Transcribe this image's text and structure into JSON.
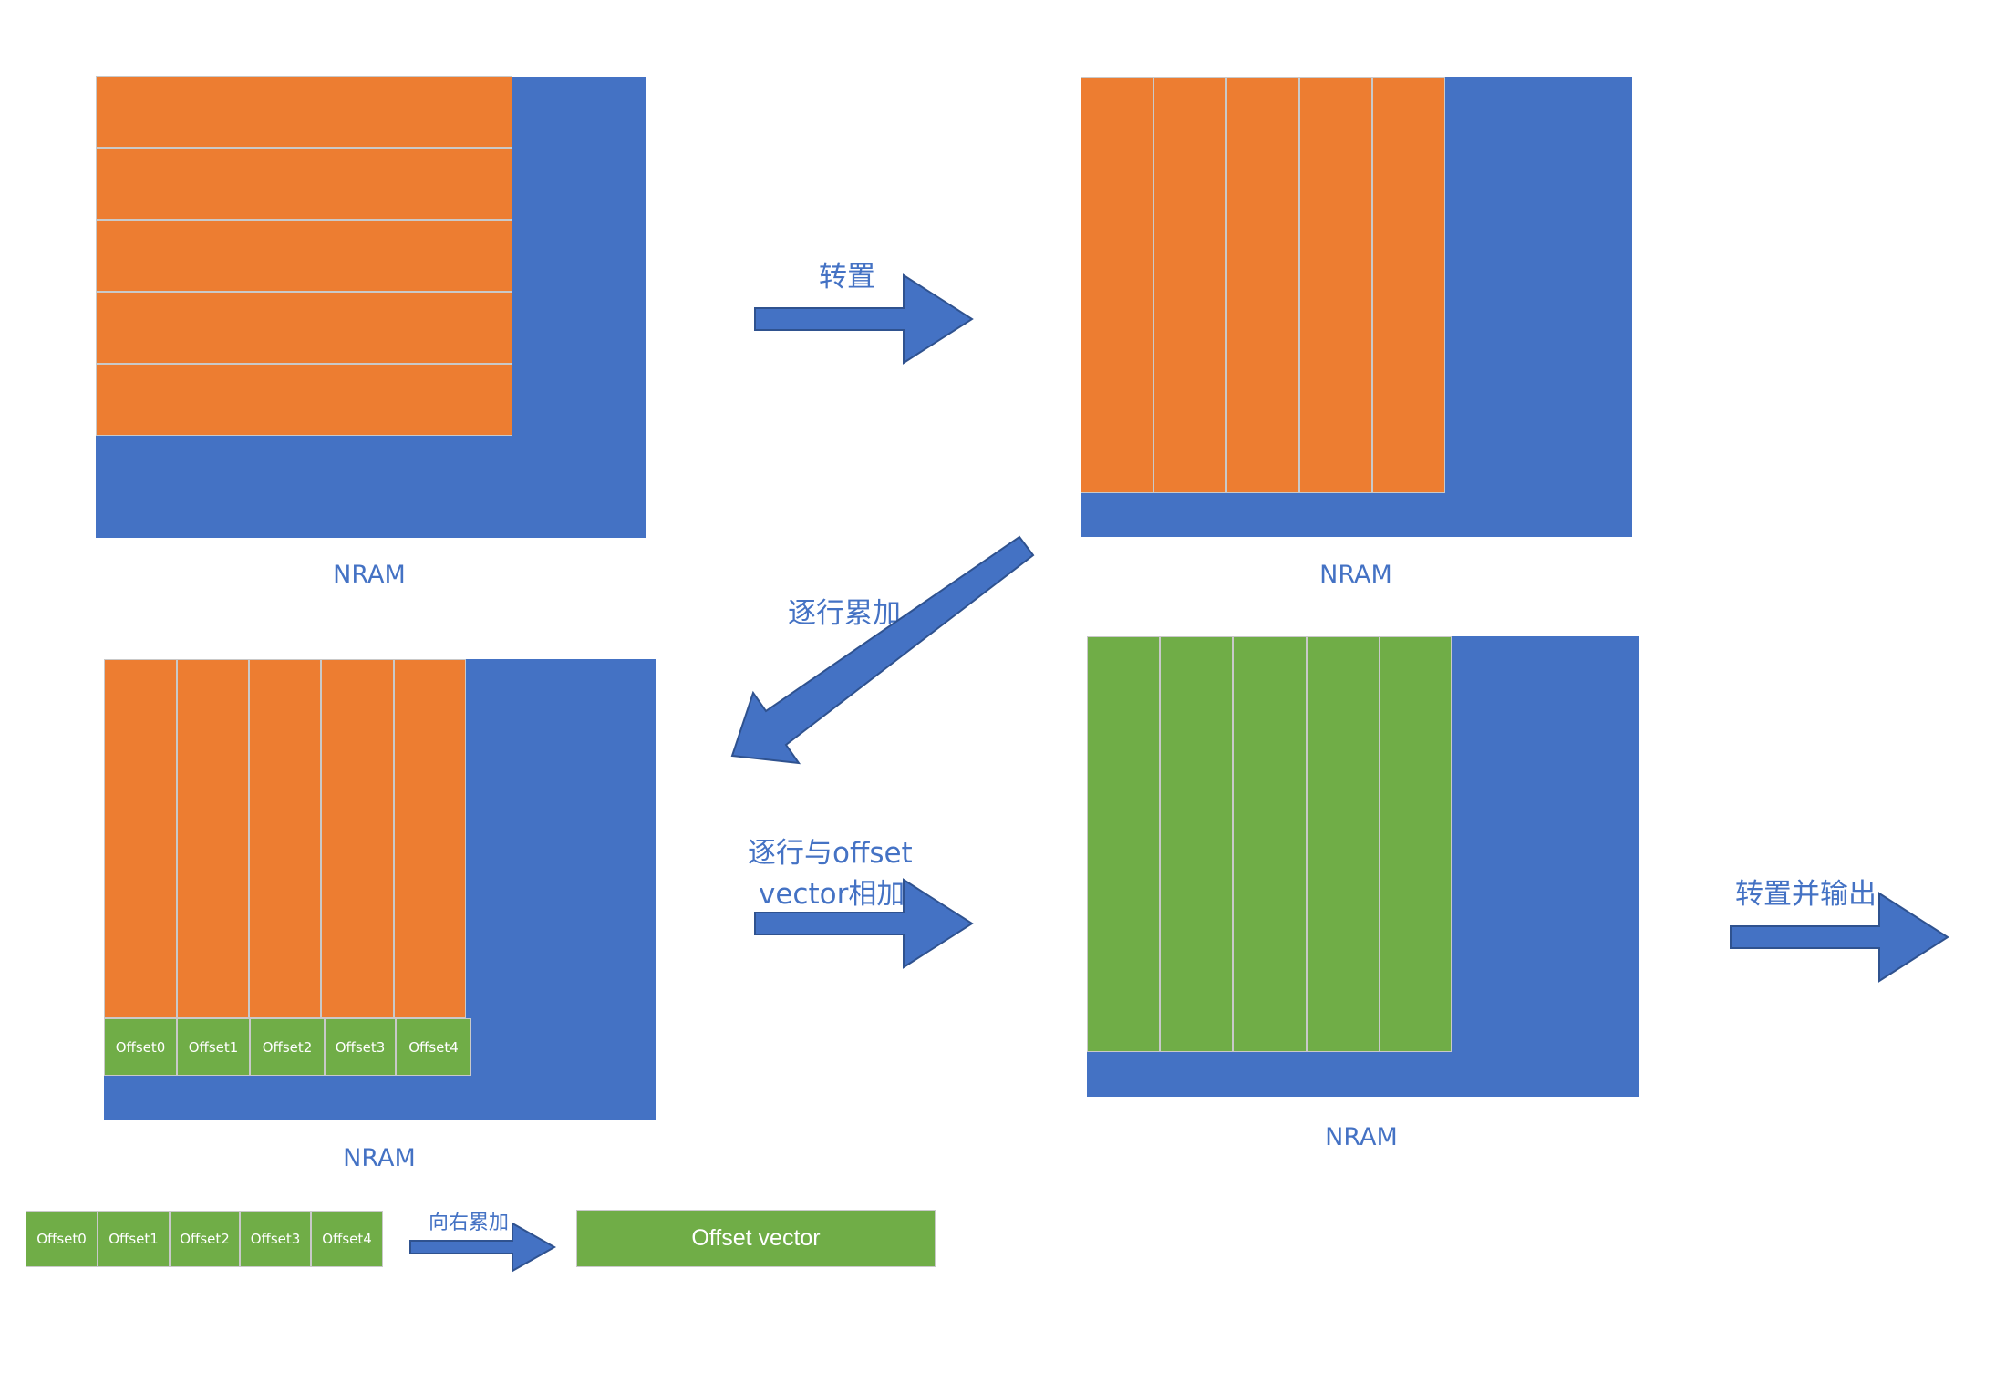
{
  "colors": {
    "nram_blue": "#4472C4",
    "data_orange": "#ED7D31",
    "result_green": "#70AD47",
    "text_blue": "#4472C4"
  },
  "panels": {
    "top_left": {
      "label": "NRAM",
      "rows": 5
    },
    "top_right": {
      "label": "NRAM",
      "columns": 5
    },
    "bottom_left": {
      "label": "NRAM",
      "columns": 5,
      "offsets": [
        "Offset0",
        "Offset1",
        "Offset2",
        "Offset3",
        "Offset4"
      ]
    },
    "bottom_right": {
      "label": "NRAM",
      "columns": 5
    }
  },
  "steps": {
    "transpose": "转置",
    "row_accumulate": "逐行累加",
    "add_offset_line1": "逐行与offset",
    "add_offset_line2": "vector相加",
    "transpose_output": "转置并输出"
  },
  "legend": {
    "offsets": [
      "Offset0",
      "Offset1",
      "Offset2",
      "Offset3",
      "Offset4"
    ],
    "accumulate_right": "向右累加",
    "offset_vector": "Offset vector"
  }
}
